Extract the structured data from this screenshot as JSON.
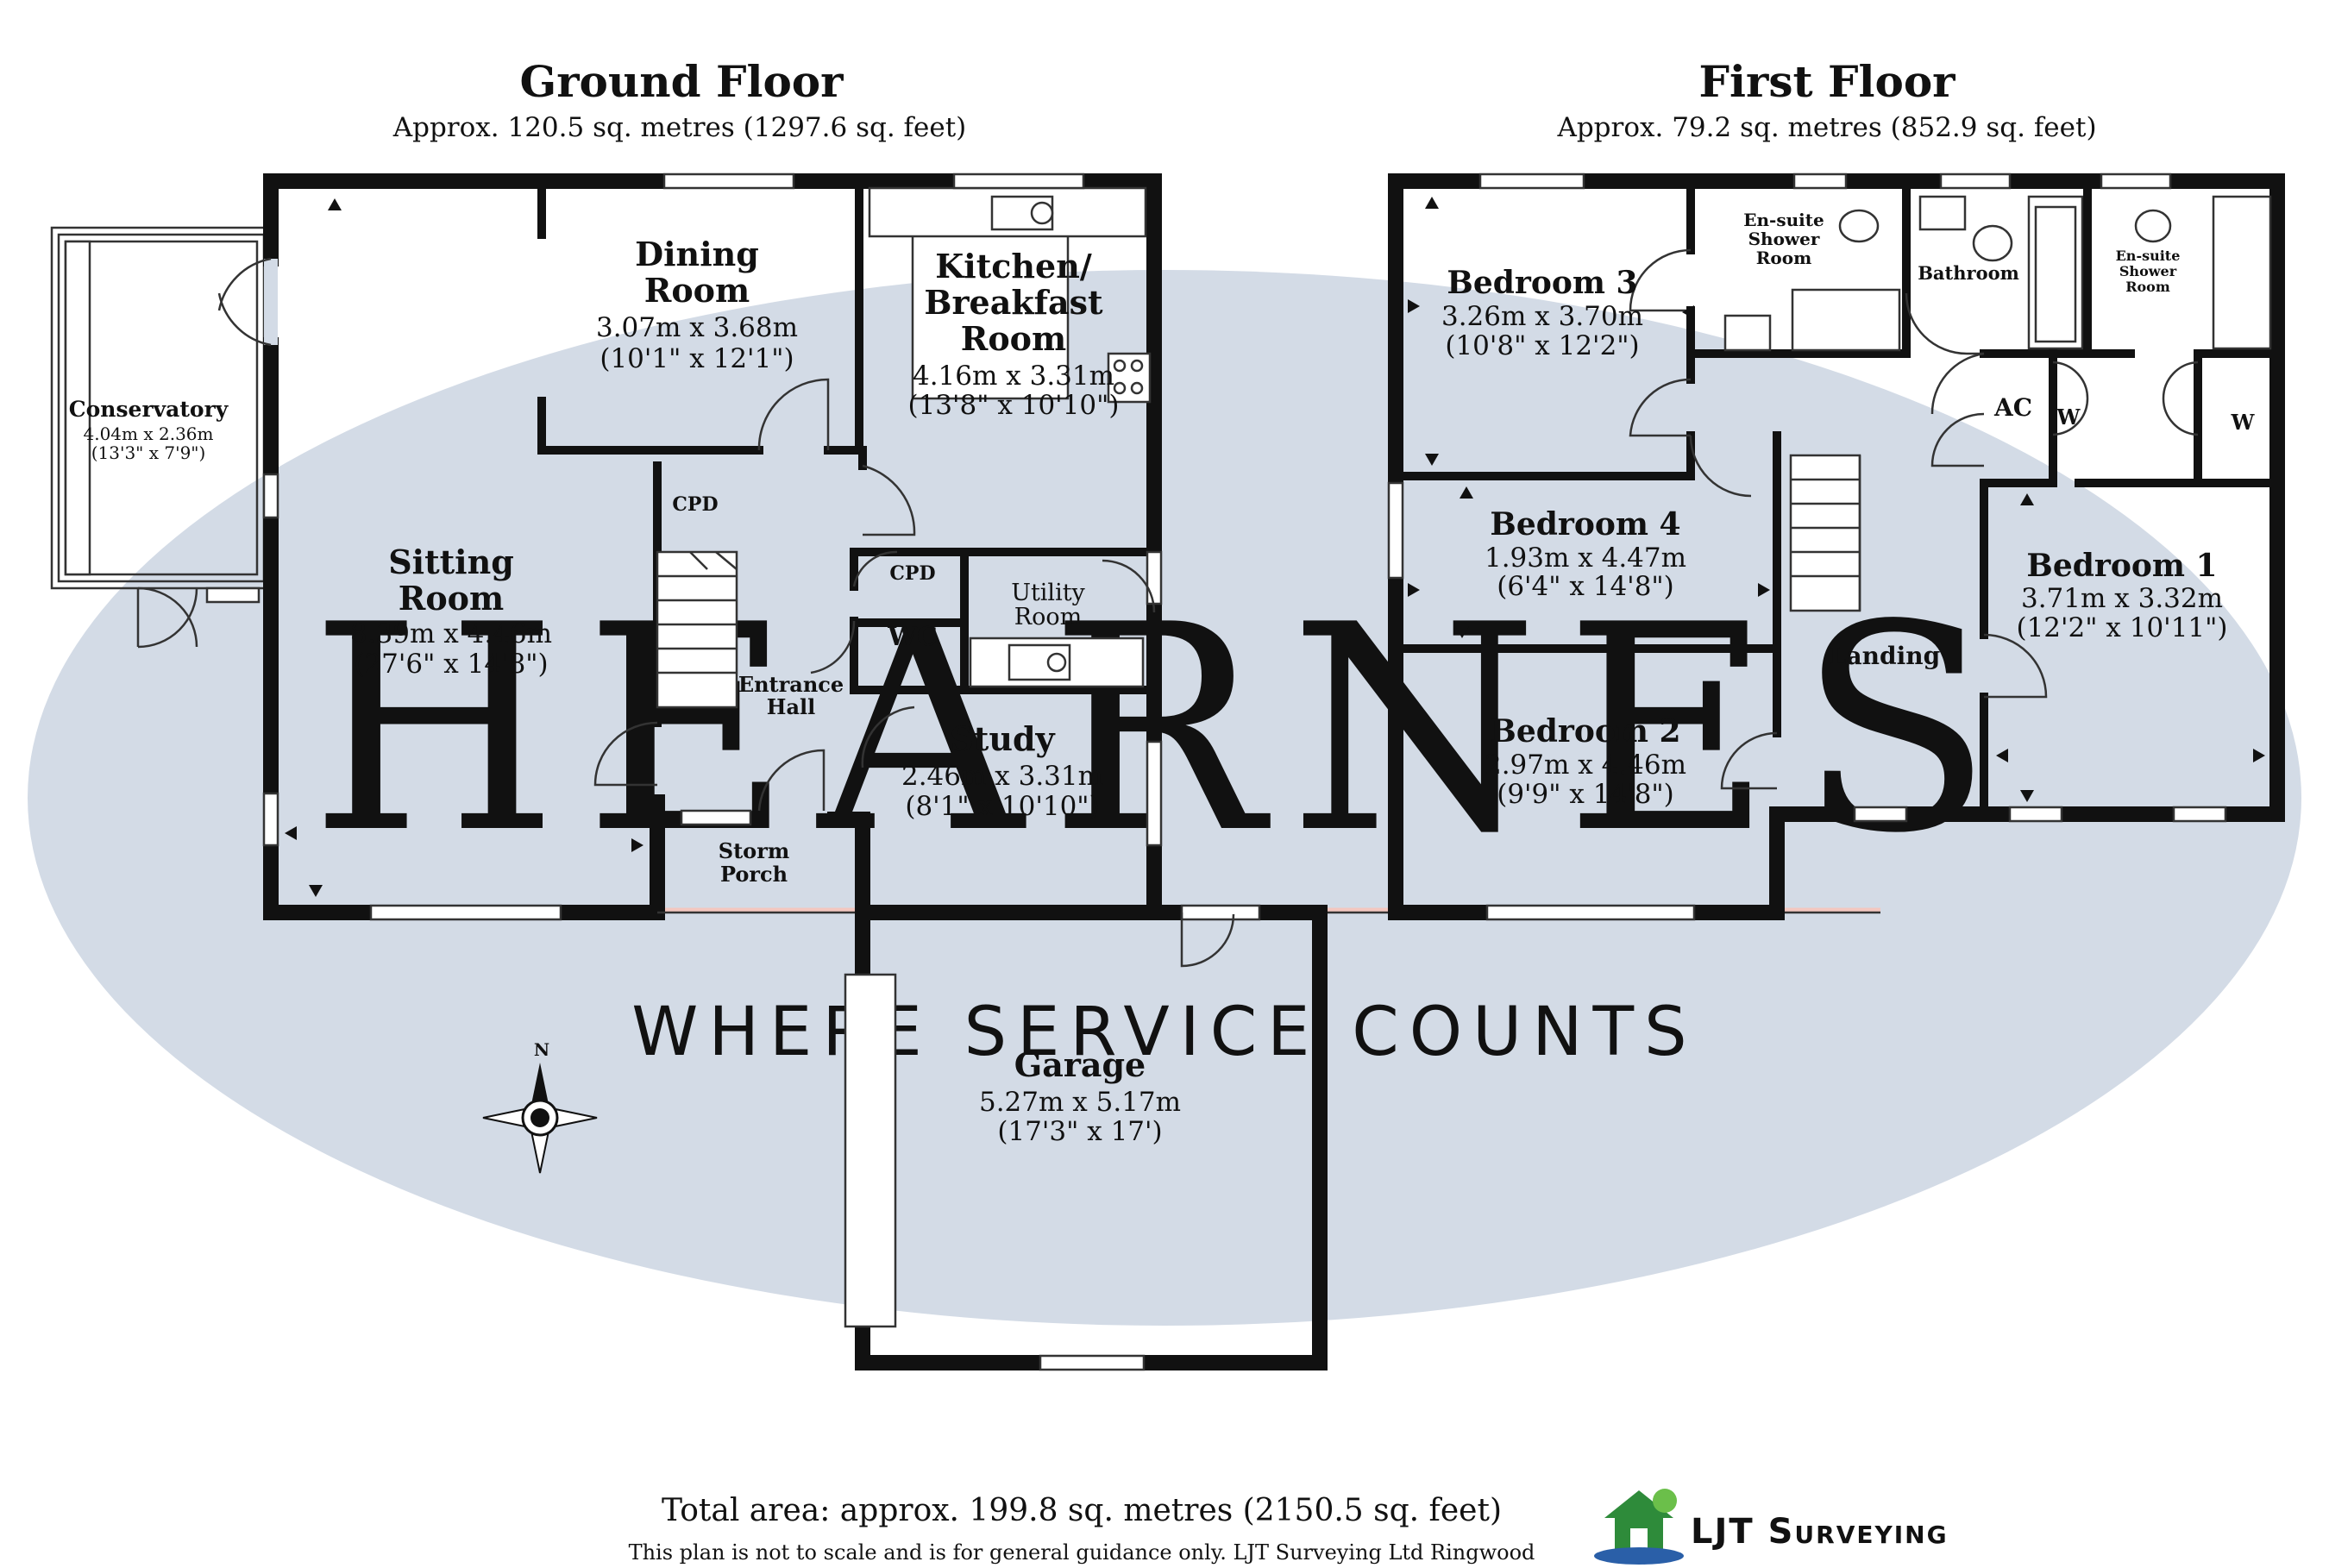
{
  "ground_floor": {
    "title": "Ground Floor",
    "area": "Approx. 120.5 sq. metres (1297.6 sq. feet)"
  },
  "first_floor": {
    "title": "First Floor",
    "area": "Approx. 79.2 sq. metres (852.9 sq. feet)"
  },
  "watermark": {
    "brand": "HEARNES",
    "tagline": "WHERE SERVICE COUNTS"
  },
  "rooms": {
    "conservatory": {
      "name": "Conservatory",
      "metric": "4.04m x 2.36m",
      "imperial": "(13'3\" x 7'9\")"
    },
    "dining": {
      "name1": "Dining",
      "name2": "Room",
      "metric": "3.07m x 3.68m",
      "imperial": "(10'1\" x 12'1\")"
    },
    "kitchen": {
      "name1": "Kitchen/",
      "name2": "Breakfast",
      "name3": "Room",
      "metric": "4.16m x 3.31m",
      "imperial": "(13'8\" x 10'10\")"
    },
    "sitting": {
      "name1": "Sitting",
      "name2": "Room",
      "metric": "8.39m x 4.46m",
      "imperial": "(27'6\" x 14'8\")"
    },
    "utility": {
      "name1": "Utility",
      "name2": "Room"
    },
    "wc": {
      "name": "WC"
    },
    "cpd1": {
      "name": "CPD"
    },
    "cpd2": {
      "name": "CPD"
    },
    "hall": {
      "name1": "Entrance",
      "name2": "Hall"
    },
    "study": {
      "name": "Study",
      "metric": "2.46m x 3.31m",
      "imperial": "(8'1\" x 10'10\")"
    },
    "porch": {
      "name1": "Storm",
      "name2": "Porch"
    },
    "garage": {
      "name": "Garage",
      "metric": "5.27m x 5.17m",
      "imperial": "(17'3\" x 17')"
    },
    "bedroom3": {
      "name": "Bedroom 3",
      "metric": "3.26m x 3.70m",
      "imperial": "(10'8\" x 12'2\")"
    },
    "ensuite3": {
      "name1": "En-suite",
      "name2": "Shower",
      "name3": "Room"
    },
    "bathroom": {
      "name": "Bathroom"
    },
    "ensuite1": {
      "name1": "En-suite",
      "name2": "Shower",
      "name3": "Room"
    },
    "ac": {
      "name": "AC"
    },
    "w1": {
      "name": "W"
    },
    "w2": {
      "name": "W"
    },
    "bedroom4": {
      "name": "Bedroom 4",
      "metric": "1.93m x 4.47m",
      "imperial": "(6'4\" x 14'8\")"
    },
    "bedroom1": {
      "name": "Bedroom 1",
      "metric": "3.71m x 3.32m",
      "imperial": "(12'2\" x 10'11\")"
    },
    "landing": {
      "name": "Landing"
    },
    "bedroom2": {
      "name": "Bedroom 2",
      "metric": "2.97m x 4.46m",
      "imperial": "(9'9\" x 14'8\")"
    }
  },
  "compass": {
    "north": "N"
  },
  "footer": {
    "total": "Total area: approx. 199.8 sq. metres (2150.5 sq. feet)",
    "disclaimer": "This plan is not to scale and is for general guidance only. LJT Surveying Ltd Ringwood",
    "logo_text": "LJT Surveying"
  },
  "colors": {
    "watermark_oval": "#d3dbe6",
    "watermark_text": "#f8f4d8",
    "logo_green": "#2e8b3a",
    "logo_blue": "#2a5fa8",
    "wall": "#111111"
  }
}
